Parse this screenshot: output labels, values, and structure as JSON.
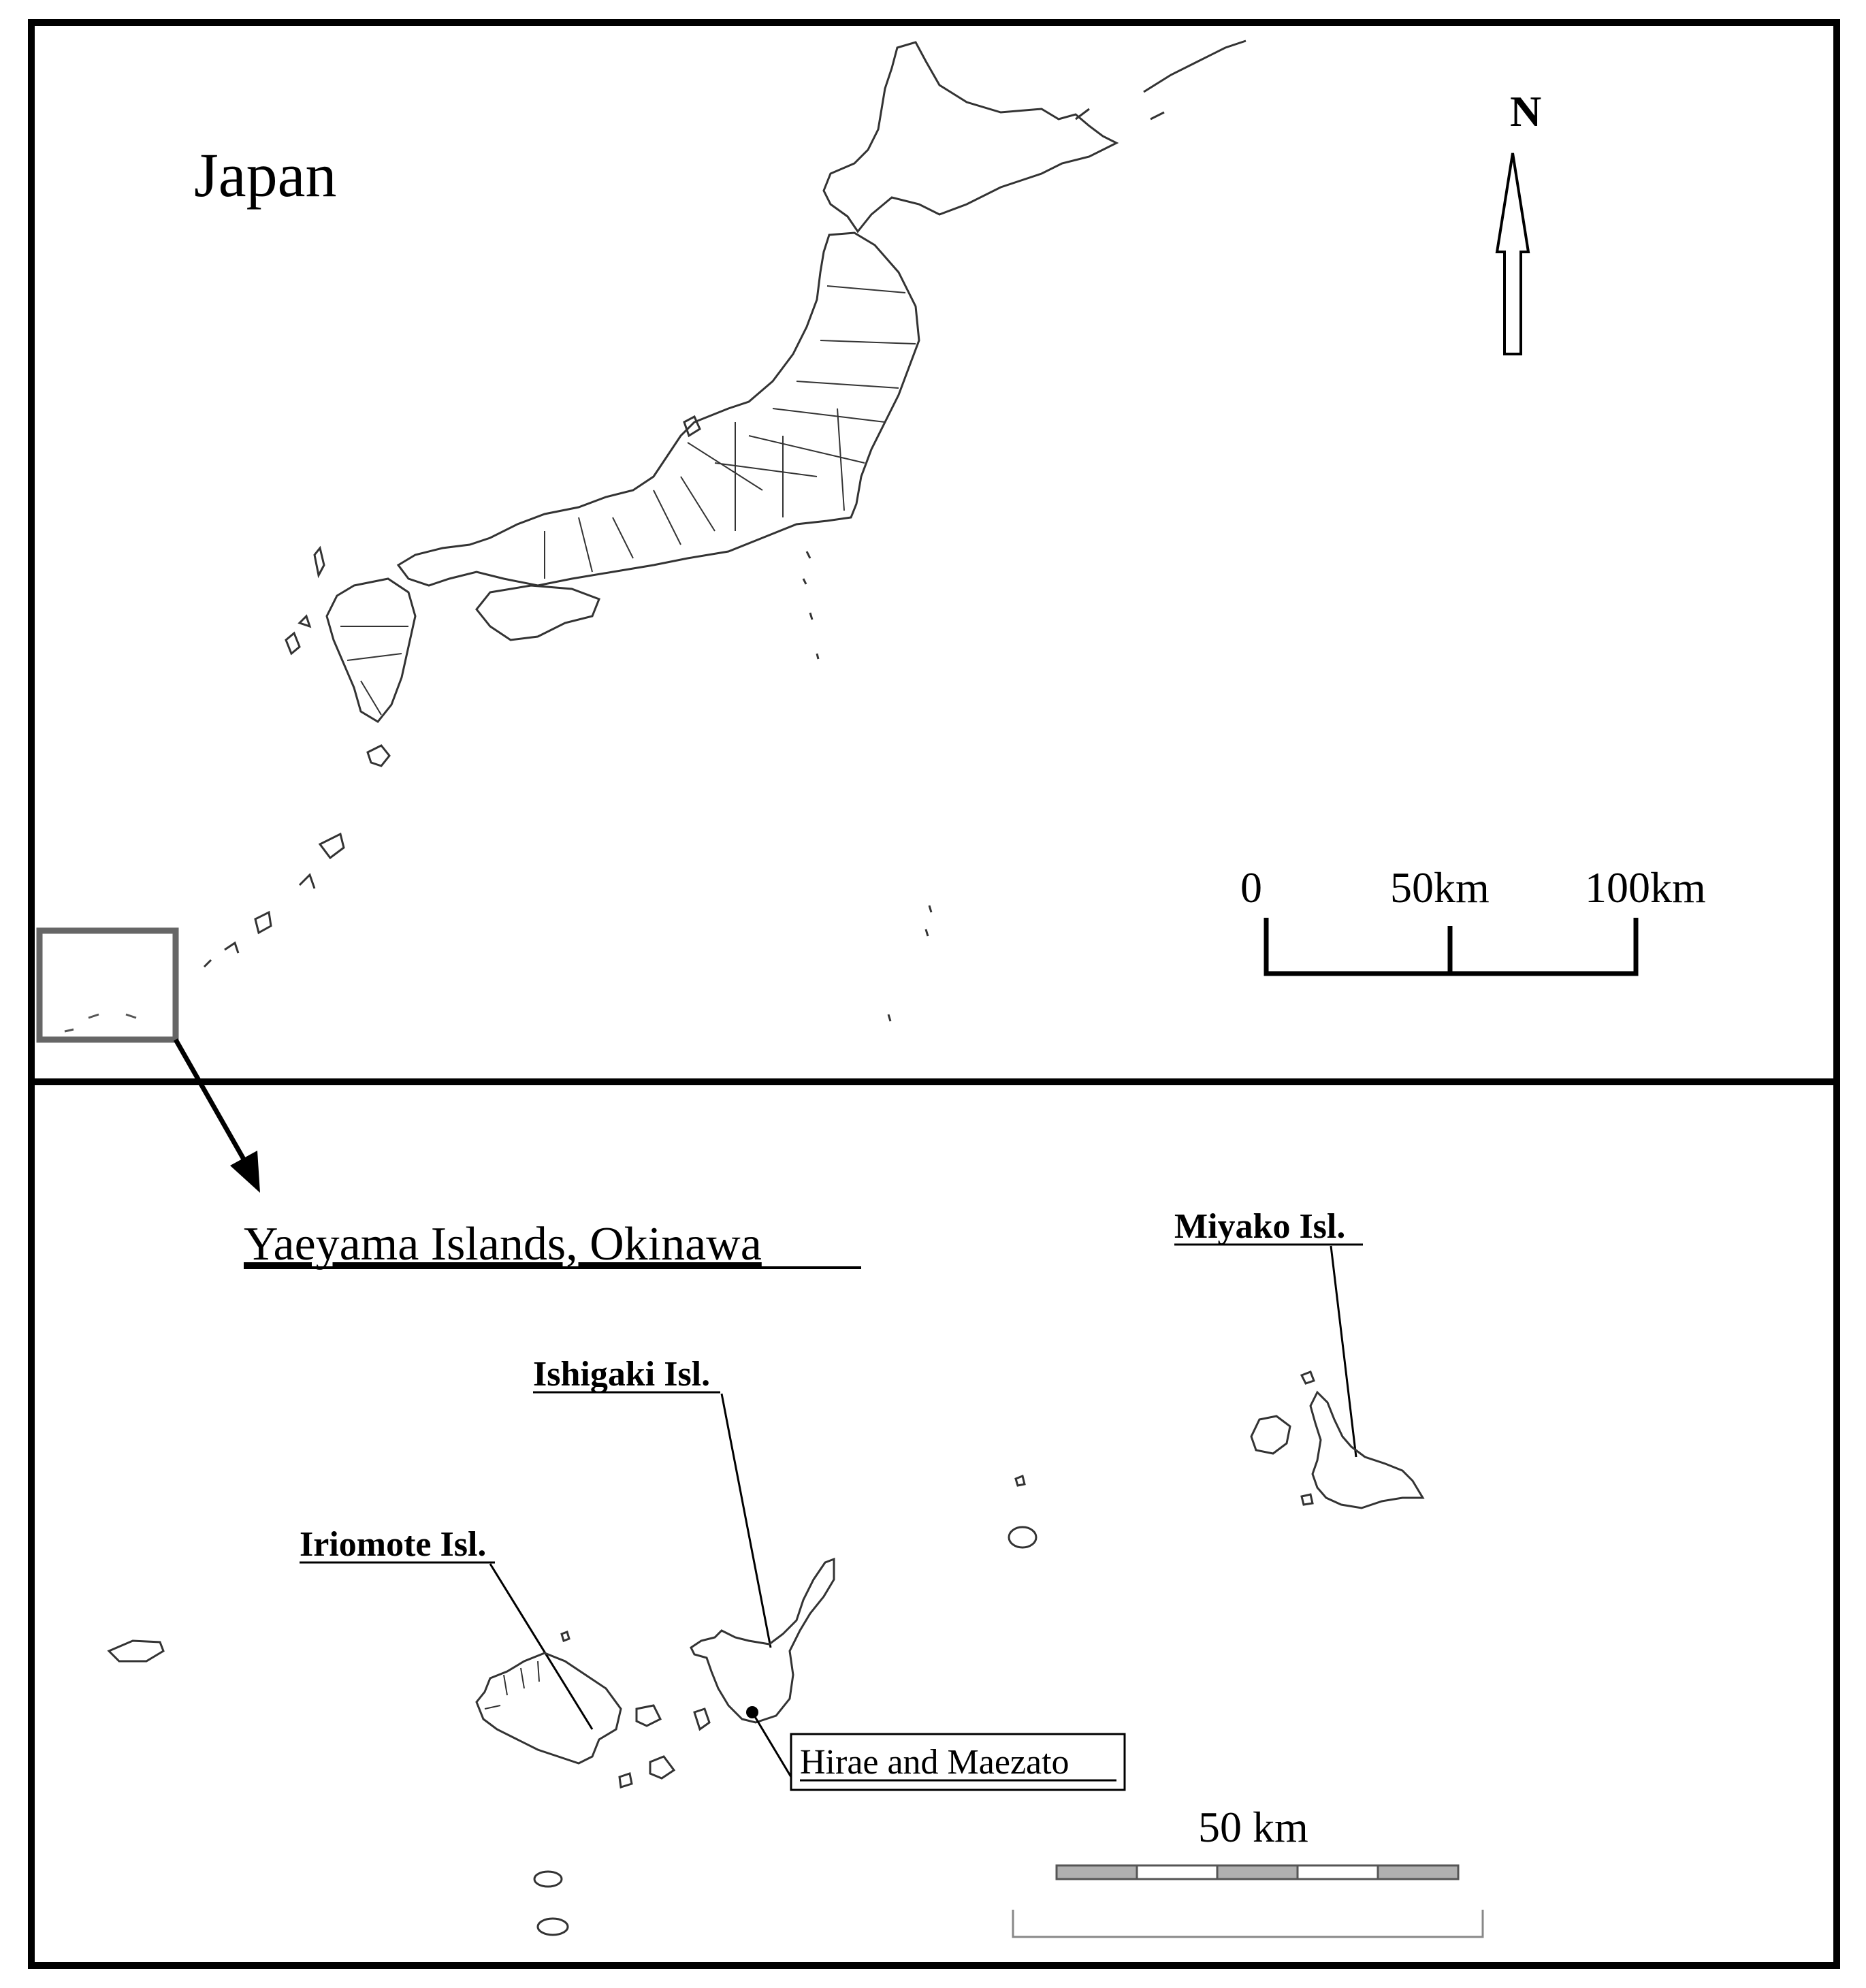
{
  "top_panel": {
    "title": "Japan",
    "north_label": "N",
    "scale_bar": {
      "ticks": [
        "0",
        "50km",
        "100km"
      ]
    }
  },
  "bottom_panel": {
    "title": "Yaeyama Islands, Okinawa",
    "islands": {
      "miyako": "Miyako Isl.",
      "ishigaki": "Ishigaki Isl.",
      "iriomote": "Iriomote Isl."
    },
    "site_label": "Hirae and Maezato",
    "scale_bar": {
      "label": "50 km"
    }
  },
  "colors": {
    "frame": "#000000",
    "inset_box": "#666666",
    "coast": "#333333",
    "scale_fill": "#b0b0b0"
  }
}
